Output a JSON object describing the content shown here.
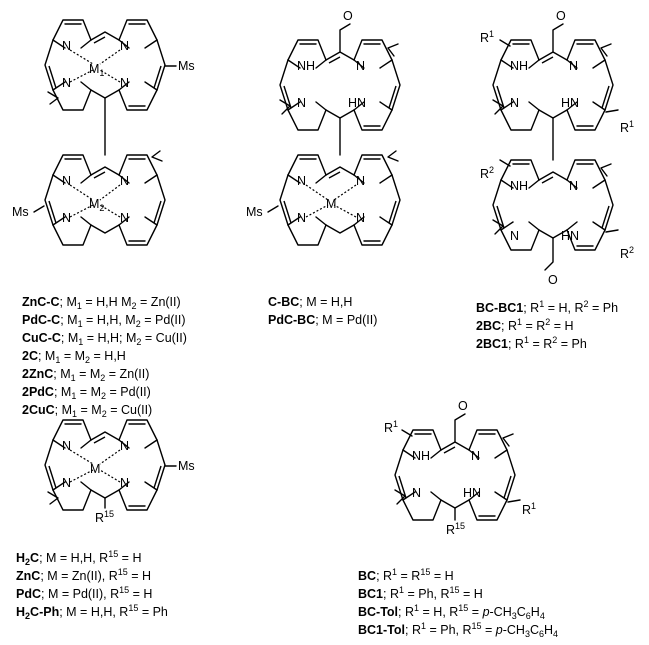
{
  "atoms": {
    "N": "N",
    "NH": "NH",
    "HN": "HN",
    "M": "M",
    "M1": "M",
    "M1_sub": "1",
    "M2": "M",
    "M2_sub": "2",
    "Ms": "Ms",
    "R1": "R",
    "R1_sup": "1",
    "R2": "R",
    "R2_sup": "2",
    "R15": "R",
    "R15_sup": "15",
    "O": "O"
  },
  "captions": {
    "dimer_chlorin": [
      {
        "name": "ZnC-C",
        "rest": "; M",
        "text": " = H,H M",
        "text2": " = Zn(II)"
      },
      {
        "name": "PdC-C",
        "rest": "; M",
        "text": " = H,H, M",
        "text2": " = Pd(II)"
      },
      {
        "name": "CuC-C",
        "rest": "; M",
        "text": " = H,H; M",
        "text2": " = Cu(II)"
      },
      {
        "name": "2C",
        "rest": "; M",
        "text": " = M",
        "text2": " = H,H"
      },
      {
        "name": "2ZnC",
        "rest": "; M",
        "text": " = M",
        "text2": " = Zn(II)"
      },
      {
        "name": "2PdC",
        "rest": "; M",
        "text": " = M",
        "text2": " = Pd(II)"
      },
      {
        "name": "2CuC",
        "rest": "; M",
        "text": " = M",
        "text2": " = Cu(II)"
      }
    ],
    "dimer_mixed": [
      {
        "name": "C-BC",
        "rest": "; M = H,H"
      },
      {
        "name": "PdC-BC",
        "rest": "; M = Pd(II)"
      }
    ],
    "dimer_bc": [
      {
        "name": "BC-BC1",
        "text": "; R",
        "text2": " = H, R",
        "text3": " = Ph"
      },
      {
        "name": "2BC",
        "text": "; R",
        "text2": " = R",
        "text3": " = H"
      },
      {
        "name": "2BC1",
        "text": "; R",
        "text2": " = R",
        "text3": " = Ph"
      }
    ],
    "mono_chlorin": [
      {
        "name": "H2C",
        "pre": "H",
        "sub": "2",
        "post": "C",
        "text": "; M = H,H, R",
        "text2": " = H"
      },
      {
        "name": "ZnC",
        "text": "; M = Zn(II), R",
        "text2": " = H"
      },
      {
        "name": "PdC",
        "text": "; M = Pd(II), R",
        "text2": " = H"
      },
      {
        "name": "H2C-Ph",
        "pre": "H",
        "sub": "2",
        "post": "C-Ph",
        "text": "; M = H,H, R",
        "text2": " = Ph"
      }
    ],
    "mono_bc": [
      {
        "name": "BC",
        "text": "; R",
        "text2": " = R",
        "text3": " = H"
      },
      {
        "name": "BC1",
        "text": "; R",
        "text2": " = Ph, R",
        "text3": " = H"
      },
      {
        "name": "BC-Tol",
        "text": "; R",
        "text2": " = H, R",
        "text3": " = ",
        "italic": "p",
        "tail": "-CH",
        "s1": "3",
        "mid": "C",
        "s2": "6",
        "end": "H",
        "s3": "4"
      },
      {
        "name": "BC1-Tol",
        "text": "; R",
        "text2": " = Ph, R",
        "text3": " = ",
        "italic": "p",
        "tail": "-CH",
        "s1": "3",
        "mid": "C",
        "s2": "6",
        "end": "H",
        "s3": "4"
      }
    ]
  }
}
